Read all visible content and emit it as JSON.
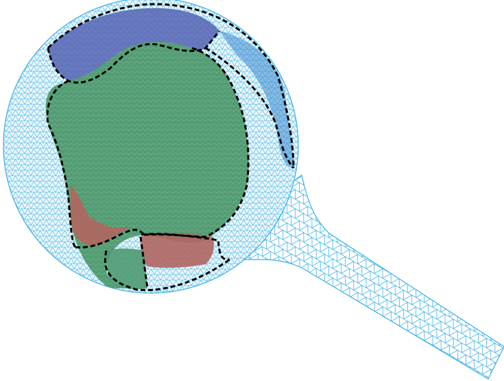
{
  "colors": {
    "mesh": "#3ab0e0",
    "mesh_dark": "#2a7fc0",
    "region_green": "#4f9a72",
    "region_purple": "#5563b3",
    "region_red": "#b06660",
    "boundary": "#000000",
    "background": "#ffffff"
  },
  "regions": [
    {
      "name": "green-region",
      "color_key": "region_green"
    },
    {
      "name": "purple-region",
      "color_key": "region_purple"
    },
    {
      "name": "red-region-left",
      "color_key": "region_red"
    },
    {
      "name": "red-region-bottom",
      "color_key": "region_red"
    }
  ]
}
